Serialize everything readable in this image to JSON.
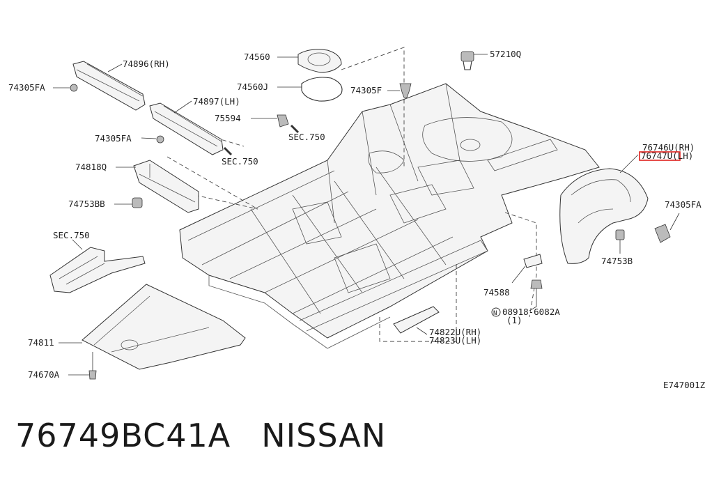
{
  "labels": {
    "l74896": "74896(RH)",
    "l74305FA_1": "74305FA",
    "l74897": "74897(LH)",
    "l74305FA_2": "74305FA",
    "l74818Q": "74818Q",
    "l74753BB": "74753BB",
    "l74560": "74560",
    "l74560J": "74560J",
    "l74305F": "74305F",
    "l57210Q": "57210Q",
    "l75594": "75594",
    "sec750_1": "SEC.750",
    "sec750_2": "SEC.750",
    "sec750_3": "SEC.750",
    "l76746U": "76746U(RH)",
    "l76747U": "76747U(LH)",
    "l74305FA_3": "74305FA",
    "l74753B": "74753B",
    "l74588": "74588",
    "l08918": "08918-6082A",
    "l08918_qty": "(1)",
    "l08918_n": "N",
    "l74822U": "74822U(RH)",
    "l74823U": "74823U(LH)",
    "l74811": "74811",
    "l74670A": "74670A",
    "diagram_code": "E747001Z"
  },
  "footer": {
    "part_number": "76749BC41A",
    "brand": "NISSAN"
  },
  "colors": {
    "highlight": "#e0201c",
    "line": "#333333"
  }
}
